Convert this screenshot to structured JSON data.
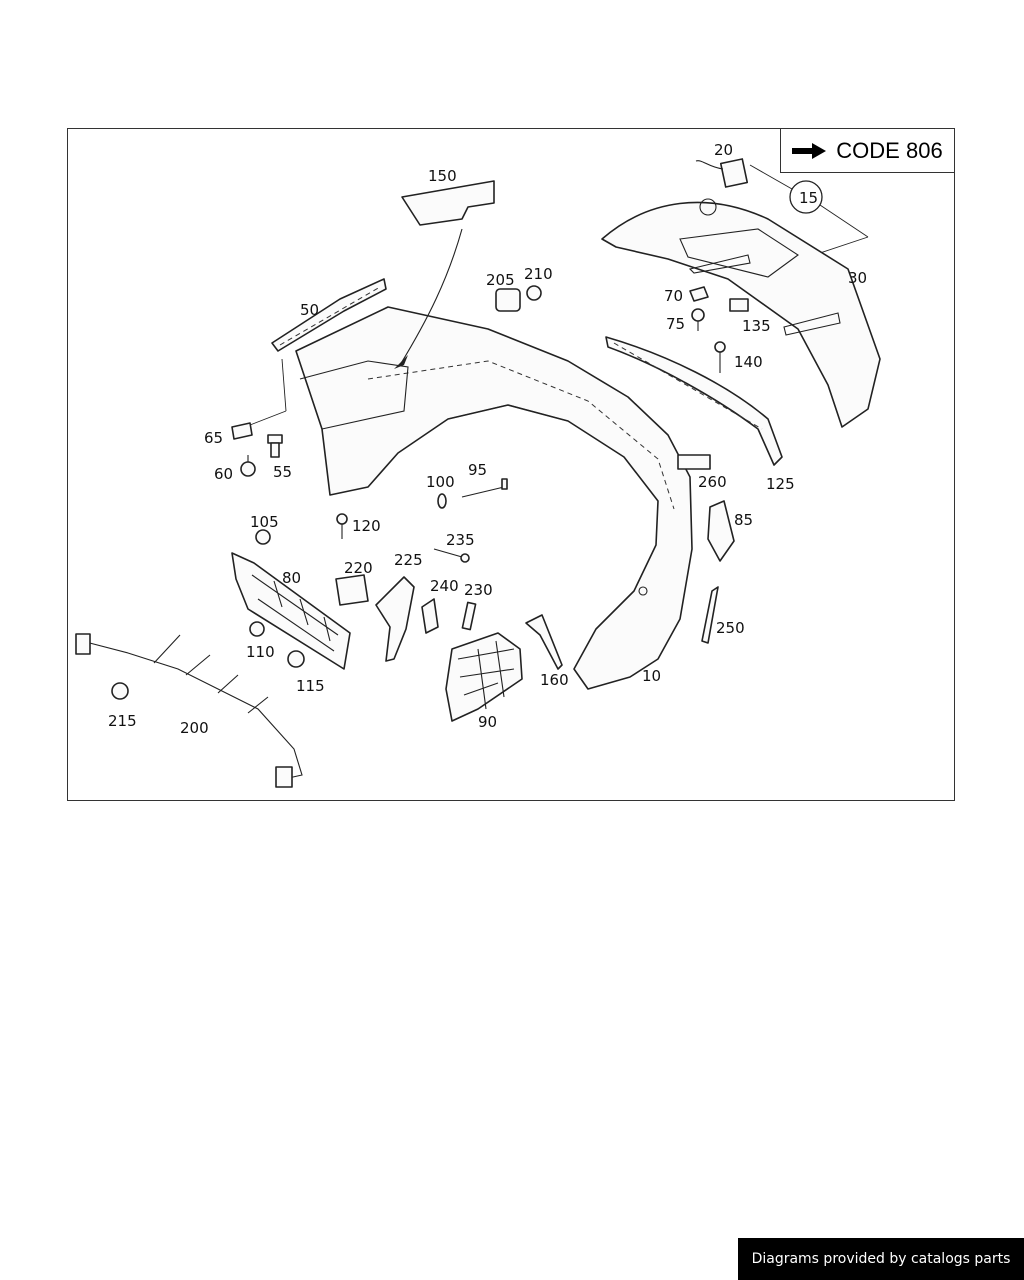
{
  "diagram": {
    "code_label": "CODE 806",
    "callouts": {
      "c10": "10",
      "c15": "15",
      "c20": "20",
      "c30": "30",
      "c50": "50",
      "c55": "55",
      "c60": "60",
      "c65": "65",
      "c70": "70",
      "c75": "75",
      "c80": "80",
      "c85": "85",
      "c90": "90",
      "c95": "95",
      "c100": "100",
      "c105": "105",
      "c110": "110",
      "c115": "115",
      "c120": "120",
      "c125": "125",
      "c135": "135",
      "c140": "140",
      "c150": "150",
      "c160": "160",
      "c200": "200",
      "c205": "205",
      "c210": "210",
      "c215": "215",
      "c220": "220",
      "c225": "225",
      "c230": "230",
      "c235": "235",
      "c240": "240",
      "c250": "250",
      "c260": "260"
    }
  },
  "footer": {
    "text": "Diagrams provided by catalogs parts"
  }
}
